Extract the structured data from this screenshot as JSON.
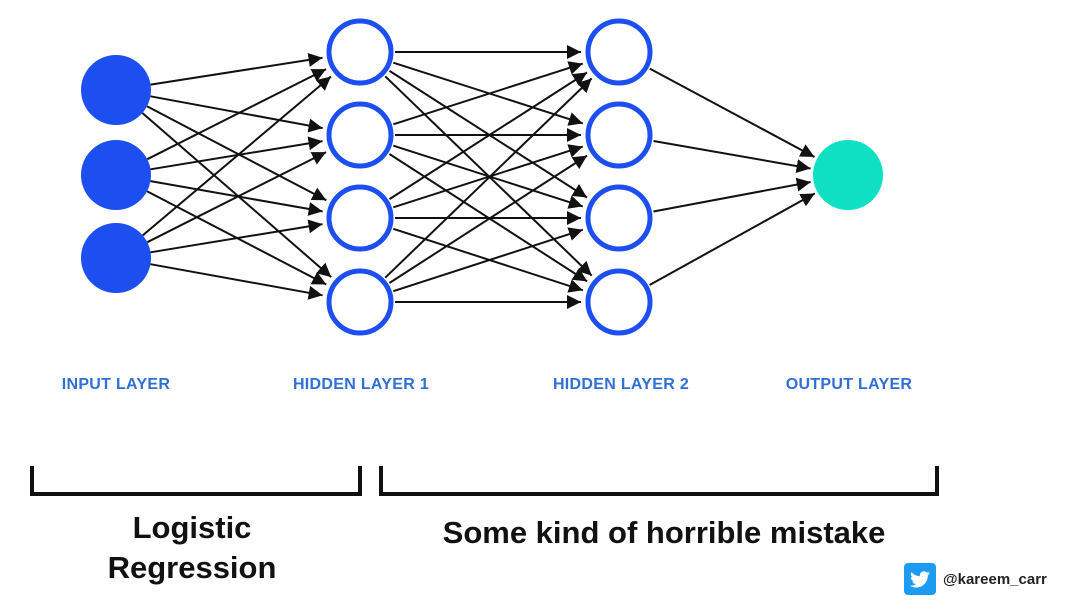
{
  "layers": [
    {
      "label": "INPUT LAYER",
      "nodes": 3,
      "style": "filled",
      "color": "#1d4ff0"
    },
    {
      "label": "HIDDEN LAYER 1",
      "nodes": 4,
      "style": "outline",
      "color": "#1d4ff0"
    },
    {
      "label": "HIDDEN LAYER 2",
      "nodes": 4,
      "style": "outline",
      "color": "#1d4ff0"
    },
    {
      "label": "OUTPUT LAYER",
      "nodes": 1,
      "style": "filled",
      "color": "#0fe0c4"
    }
  ],
  "connections": "fully-connected",
  "colors": {
    "edge": "#111111",
    "label": "#2f6fd6",
    "bracket": "#111111",
    "twitter": "#1d9bf0"
  },
  "brackets": [
    {
      "caption_lines": [
        "Logistic",
        "Regression"
      ]
    },
    {
      "caption": "Some kind of horrible mistake"
    }
  ],
  "watermark": {
    "icon": "twitter-bird-icon",
    "handle": "@kareem_carr"
  }
}
